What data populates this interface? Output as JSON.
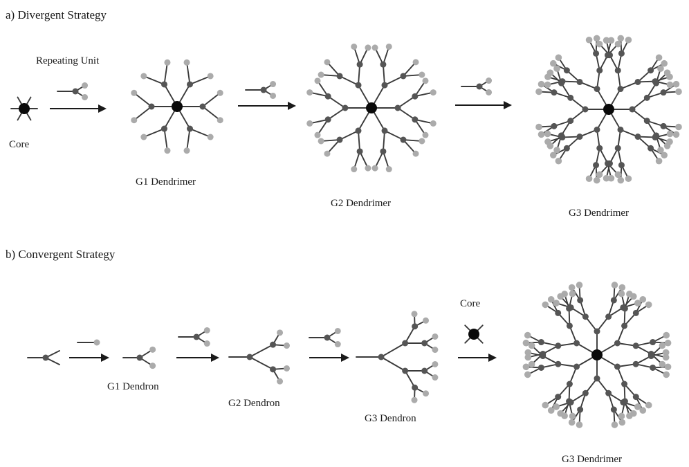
{
  "divergent": {
    "title": "a) Divergent Strategy",
    "repeating_unit_label": "Repeating Unit",
    "core_label": "Core",
    "g1_label": "G1 Dendrimer",
    "g2_label": "G2 Dendrimer",
    "g3_label": "G3 Dendrimer"
  },
  "convergent": {
    "title": "b) Convergent Strategy",
    "g1_label": "G1 Dendron",
    "g2_label": "G2 Dendron",
    "g3_label": "G3 Dendron",
    "core_label": "Core",
    "g3_dendrimer_label": "G3 Dendrimer"
  },
  "colors": {
    "core": "#0a0a0a",
    "inner_node": "#555555",
    "terminal_node": "#ababab",
    "bond": "#3a3a3a",
    "text": "#1a1a1a"
  }
}
